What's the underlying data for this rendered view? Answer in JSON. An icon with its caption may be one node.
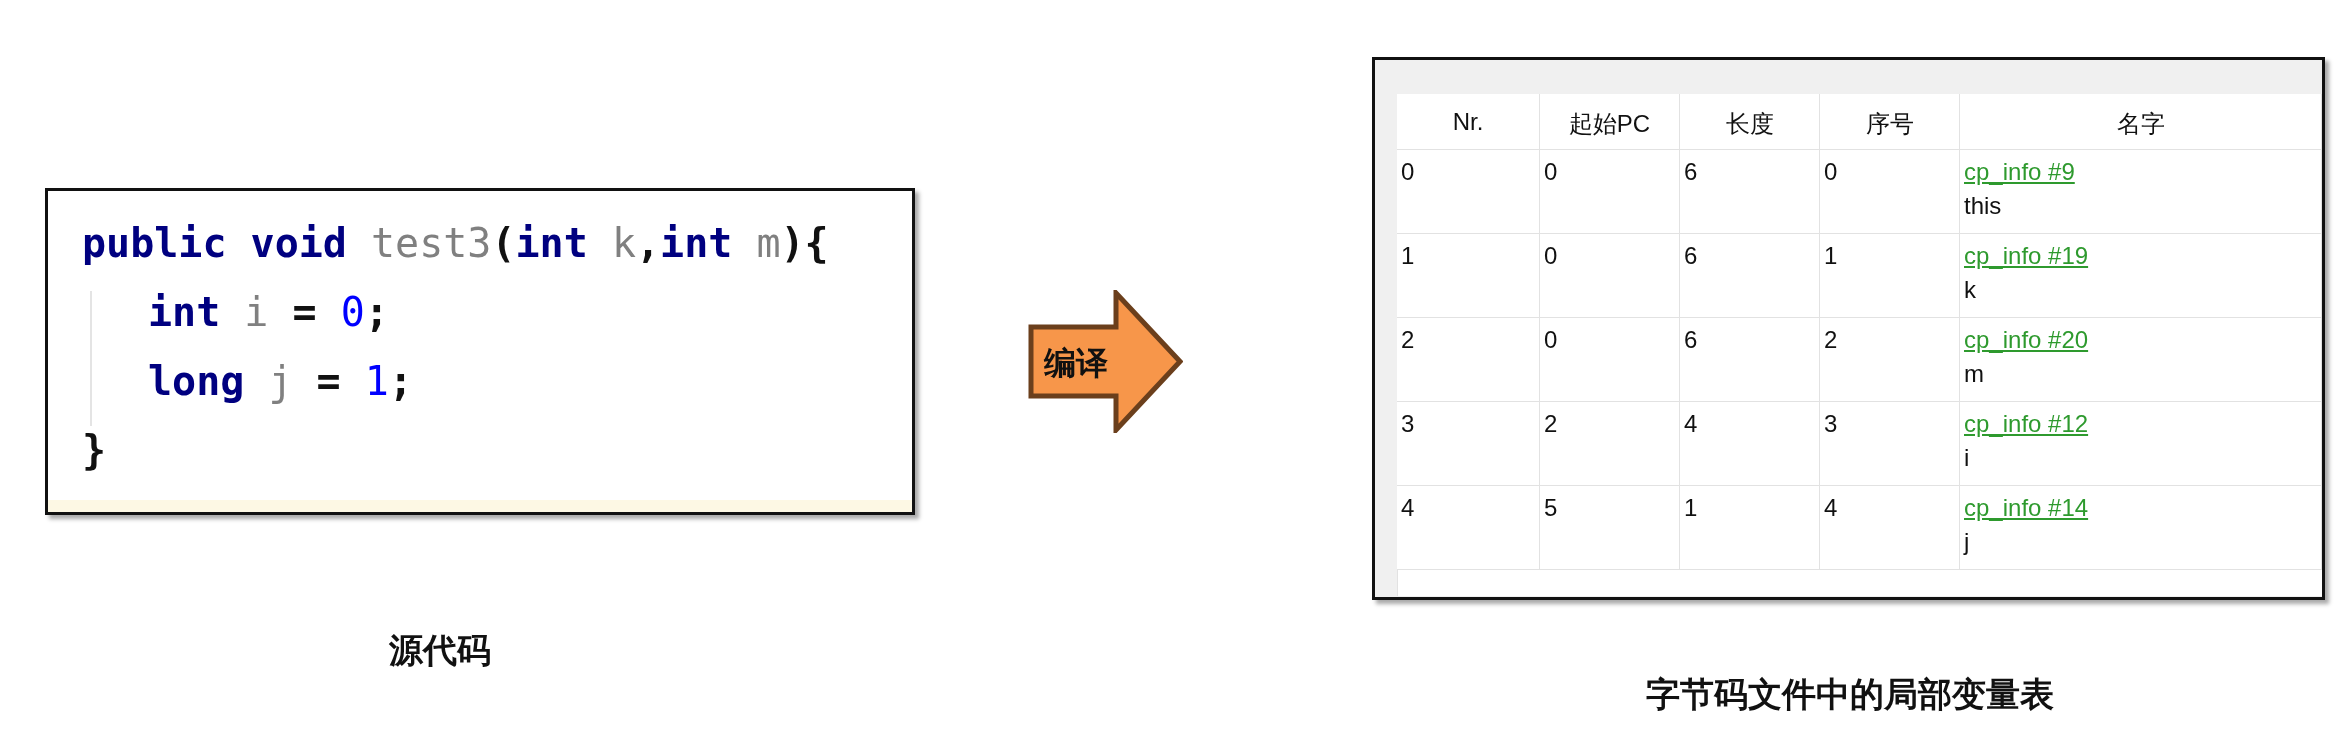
{
  "diagram": {
    "nodes": [
      {
        "text": [
          "**public** **void** test3(**int** k,**int** m){",
          "**int** i = 0;",
          "**long** j = 1;",
          "}"
        ],
        "beside": [
          "源代码"
        ]
      },
      {
        "text": [
          "编译"
        ]
      },
      {
        "text": [],
        "shape": "box",
        "beside": [
          "字节码文件中的局部变量表"
        ]
      }
    ],
    "labels": [
      "Nr.",
      "起始PC",
      "长度",
      "序号",
      "名字",
      "0",
      "0",
      "6",
      "0",
      "cp_info #9",
      "this",
      "1",
      "0",
      "6",
      "1",
      "cp_info #19",
      "k",
      "2",
      "0",
      "6",
      "2",
      "cp_info #20",
      "m",
      "3",
      "2",
      "4",
      "3",
      "cp_info #12",
      "i",
      "4",
      "5",
      "1",
      "4",
      "cp_info #14",
      "j"
    ]
  }
}
